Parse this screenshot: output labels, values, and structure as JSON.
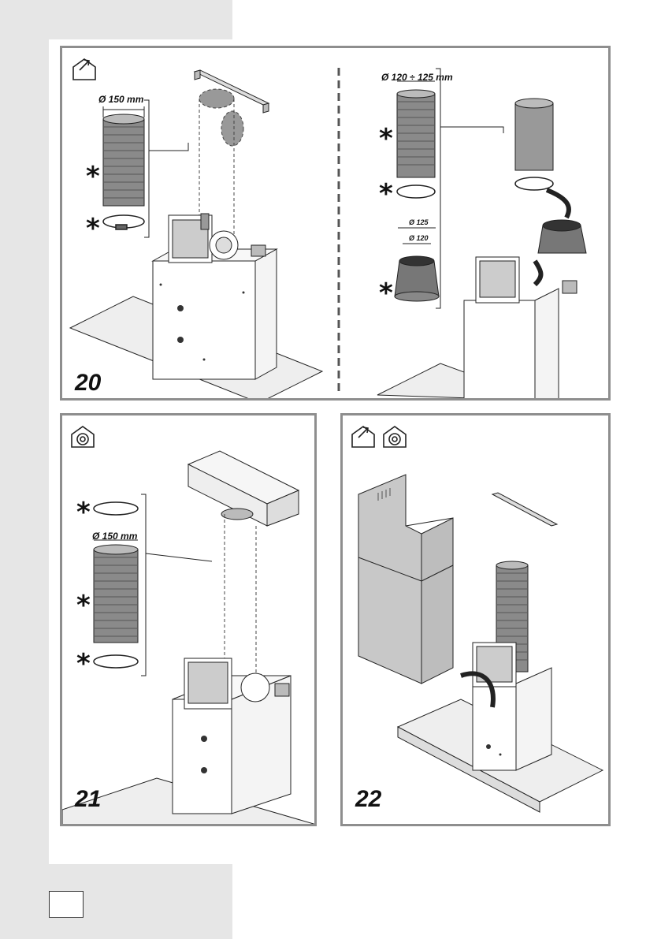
{
  "page": {
    "language_box": ""
  },
  "figure_20": {
    "number": "20",
    "left": {
      "icon": "outdoor-exhaust-icon",
      "duct_diameter": "Ø 150 mm",
      "star": "*"
    },
    "right": {
      "duct_diameter": "Ø 120 ÷ 125 mm",
      "adapter_outer": "Ø 125",
      "adapter_inner": "Ø 120",
      "star": "*"
    }
  },
  "figure_21": {
    "number": "21",
    "icon": "recirculation-icon",
    "duct_diameter": "Ø 150 mm",
    "star": "*"
  },
  "figure_22": {
    "number": "22",
    "icons": [
      "outdoor-exhaust-icon",
      "recirculation-icon"
    ]
  },
  "colors": {
    "panel_border": "#8e8e8e",
    "sidebar": "#e6e6e6",
    "duct": "#8a8a8a",
    "chimney": "#c8c8c8"
  }
}
